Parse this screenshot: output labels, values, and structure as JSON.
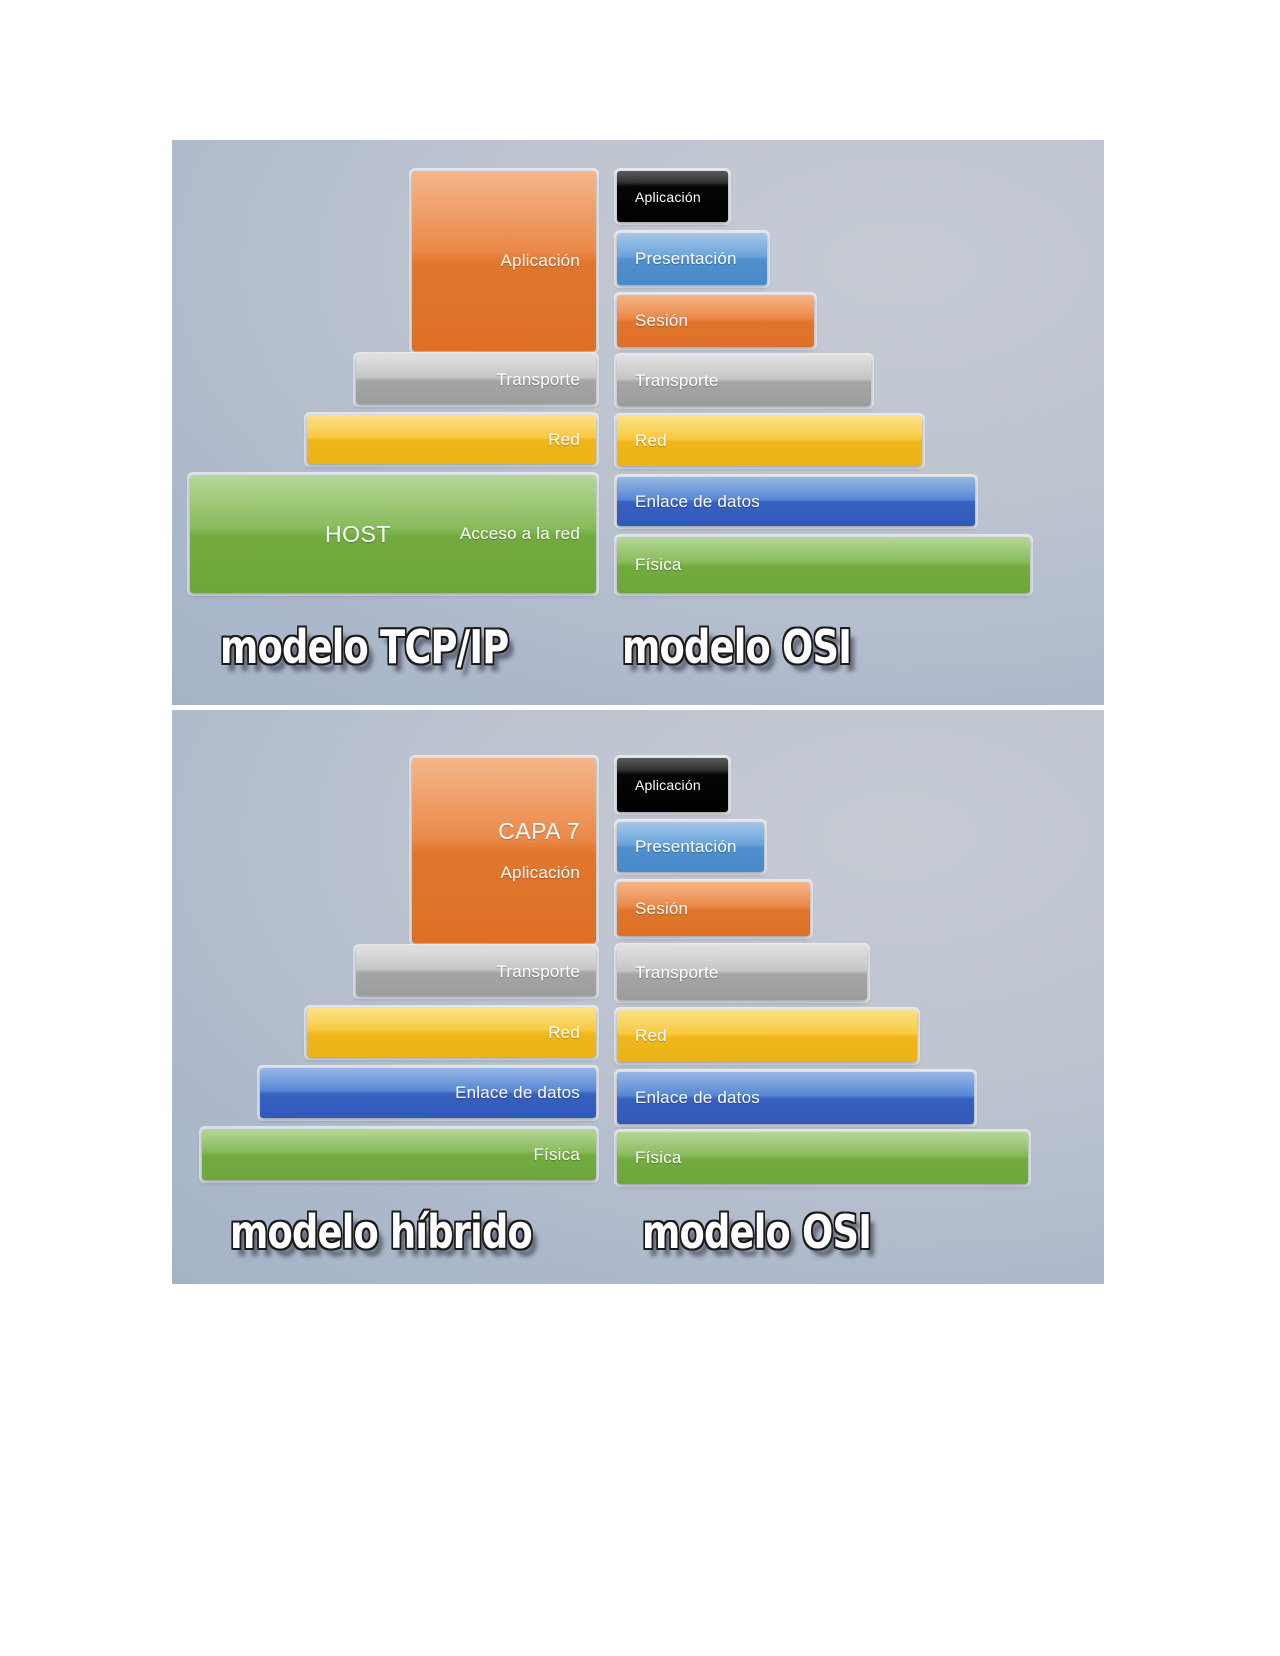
{
  "figure": {
    "background_color": "#b2bdcd",
    "panels": [
      {
        "id": "top",
        "left_stack": {
          "title": "modelo TCP/IP",
          "layers": [
            {
              "name": "Aplicación",
              "color": "#e0762e",
              "label": "Aplicación"
            },
            {
              "name": "Transporte",
              "color": "#a6a6a6",
              "label": "Transporte"
            },
            {
              "name": "Red",
              "color": "#efb71c",
              "label": "Red"
            },
            {
              "name": "Acceso a la red",
              "color": "#73ab41",
              "label": "Acceso a la red",
              "extra_label": "HOST"
            }
          ]
        },
        "right_stack": {
          "title": "modelo OSI",
          "layers": [
            {
              "name": "Aplicación",
              "color": "#000000",
              "label": "Aplicación"
            },
            {
              "name": "Presentación",
              "color": "#4f8fce",
              "label": "Presentación"
            },
            {
              "name": "Sesión",
              "color": "#e0762e",
              "label": "Sesión"
            },
            {
              "name": "Transporte",
              "color": "#a6a6a6",
              "label": "Transporte"
            },
            {
              "name": "Red",
              "color": "#efb71c",
              "label": "Red"
            },
            {
              "name": "Enlace de datos",
              "color": "#3760bf",
              "label": "Enlace de datos"
            },
            {
              "name": "Física",
              "color": "#73ab41",
              "label": "Física"
            }
          ]
        }
      },
      {
        "id": "bottom",
        "left_stack": {
          "title": "modelo híbrido",
          "layers": [
            {
              "name": "Aplicación",
              "color": "#e0762e",
              "label": "Aplicación",
              "extra_label": "CAPA 7"
            },
            {
              "name": "Transporte",
              "color": "#a6a6a6",
              "label": "Transporte"
            },
            {
              "name": "Red",
              "color": "#efb71c",
              "label": "Red"
            },
            {
              "name": "Enlace de datos",
              "color": "#3760bf",
              "label": "Enlace de datos"
            },
            {
              "name": "Física",
              "color": "#73ab41",
              "label": "Física"
            }
          ]
        },
        "right_stack": {
          "title": "modelo OSI",
          "layers": [
            {
              "name": "Aplicación",
              "color": "#000000",
              "label": "Aplicación"
            },
            {
              "name": "Presentación",
              "color": "#4f8fce",
              "label": "Presentación"
            },
            {
              "name": "Sesión",
              "color": "#e0762e",
              "label": "Sesión"
            },
            {
              "name": "Transporte",
              "color": "#a6a6a6",
              "label": "Transporte"
            },
            {
              "name": "Red",
              "color": "#efb71c",
              "label": "Red"
            },
            {
              "name": "Enlace de datos",
              "color": "#3760bf",
              "label": "Enlace de datos"
            },
            {
              "name": "Física",
              "color": "#73ab41",
              "label": "Física"
            }
          ]
        }
      }
    ]
  }
}
